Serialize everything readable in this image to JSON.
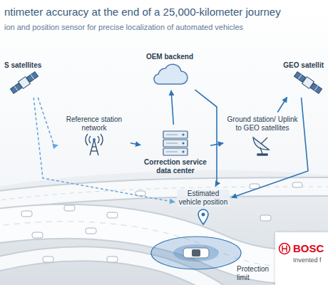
{
  "diagram": {
    "title": "ntimeter accuracy at the end of a 25,000-kilometer journey",
    "nodes": [
      {
        "text": [
          "S satellites"
        ]
      },
      {
        "text": [
          "OEM backend"
        ]
      },
      {
        "text": [
          "GEO satellit"
        ]
      },
      {
        "text": [
          "Reference station network"
        ]
      },
      {
        "text": [
          "Correction service data center"
        ]
      },
      {
        "text": [
          "Ground station/ Uplink to GEO satellites"
        ]
      },
      {
        "text": [
          "Estimated vehicle position"
        ]
      },
      {
        "text": [
          "Protection limit"
        ]
      },
      {
        "text": [
          "BOSC",
          "Invented f"
        ]
      }
    ],
    "edges": [
      {
        "from": 0,
        "to": 3,
        "arrow": "to"
      },
      {
        "from": 0,
        "to": 6,
        "arrow": "to"
      },
      {
        "from": 3,
        "to": 4,
        "arrow": "to"
      },
      {
        "from": 4,
        "to": 1,
        "arrow": "to"
      },
      {
        "from": 4,
        "to": 5,
        "arrow": "to"
      },
      {
        "from": 5,
        "to": 2,
        "arrow": "to"
      },
      {
        "from": 2,
        "to": 6,
        "arrow": "to"
      },
      {
        "from": 1,
        "to": 6,
        "arrow": "to"
      }
    ],
    "labels": [
      "ion and position sensor for precise localization of automated vehicles"
    ]
  }
}
